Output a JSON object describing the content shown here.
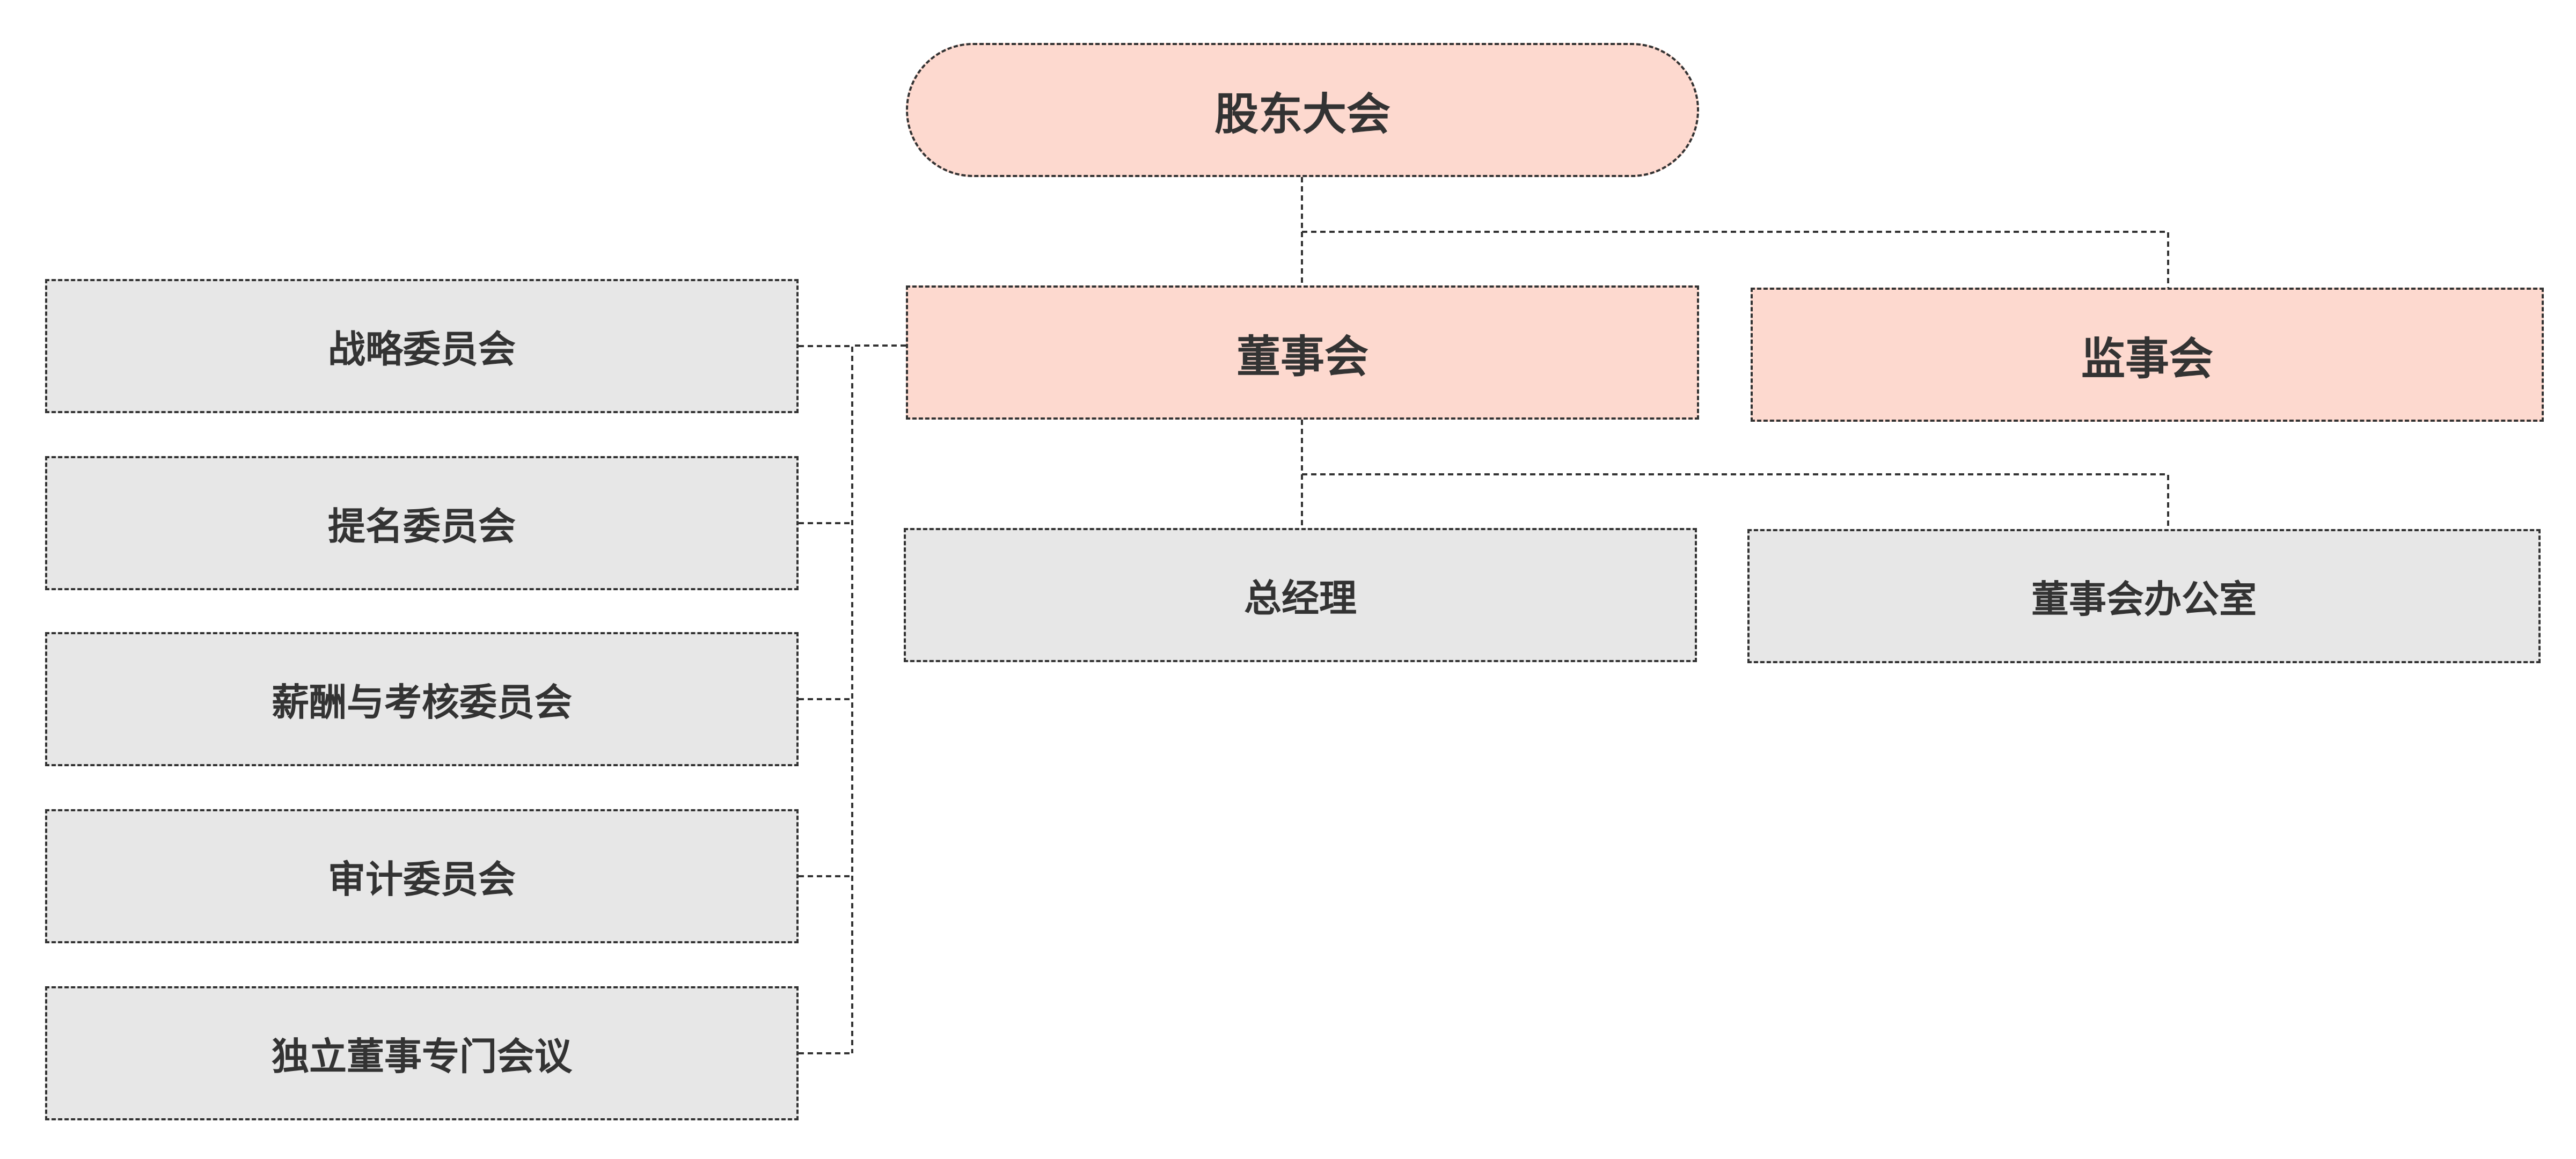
{
  "nodes": {
    "shareholders": "股东大会",
    "board": "董事会",
    "supervisors": "监事会",
    "general_manager": "总经理",
    "board_office": "董事会办公室",
    "committees": [
      "战略委员会",
      "提名委员会",
      "薪酬与考核委员会",
      "审计委员会",
      "独立董事专门会议"
    ]
  },
  "colors": {
    "primary_fill": "#fdd9cf",
    "secondary_fill": "#e7e7e7",
    "line": "#333333",
    "text": "#333333"
  },
  "edges": [
    {
      "from": "shareholders",
      "to": "board"
    },
    {
      "from": "shareholders",
      "to": "supervisors"
    },
    {
      "from": "board",
      "to": "general_manager"
    },
    {
      "from": "board",
      "to": "board_office"
    },
    {
      "from": "board",
      "to": "committees.0"
    },
    {
      "from": "board",
      "to": "committees.1"
    },
    {
      "from": "board",
      "to": "committees.2"
    },
    {
      "from": "board",
      "to": "committees.3"
    },
    {
      "from": "board",
      "to": "committees.4"
    }
  ]
}
